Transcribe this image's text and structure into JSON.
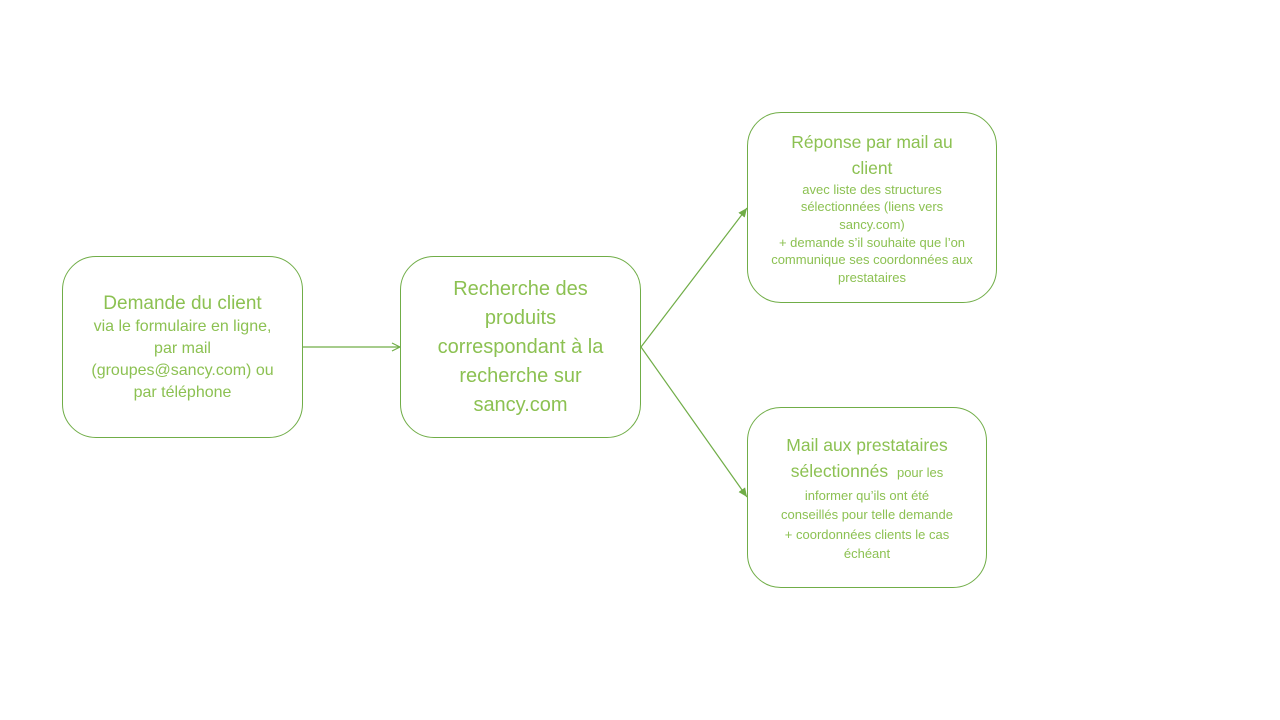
{
  "diagram": {
    "accent_color": "#70AD47",
    "text_color": "#8CC152",
    "nodes": {
      "client_request": {
        "title": "Demande du client",
        "lines": [
          "via le formulaire en ligne,",
          "par mail",
          "(groupes@sancy.com) ou",
          "par téléphone"
        ]
      },
      "search": {
        "lines": [
          "Recherche des",
          "produits",
          "correspondant à la",
          "recherche sur",
          "sancy.com"
        ]
      },
      "mail_reply": {
        "title_lines": [
          "Réponse par mail au",
          "client"
        ],
        "lines": [
          "avec liste des structures",
          "sélectionnées (liens vers",
          "sancy.com)",
          "+ demande s’il souhaite que l’on",
          "communique ses coordonnées aux",
          "prestataires"
        ]
      },
      "providers_mail": {
        "title_lines": [
          "Mail aux prestataires",
          "sélectionnés"
        ],
        "first_line_tail": "pour les",
        "lines": [
          "informer qu’ils ont été",
          "conseillés pour telle demande",
          "+ coordonnées clients le cas",
          "échéant"
        ]
      }
    }
  }
}
